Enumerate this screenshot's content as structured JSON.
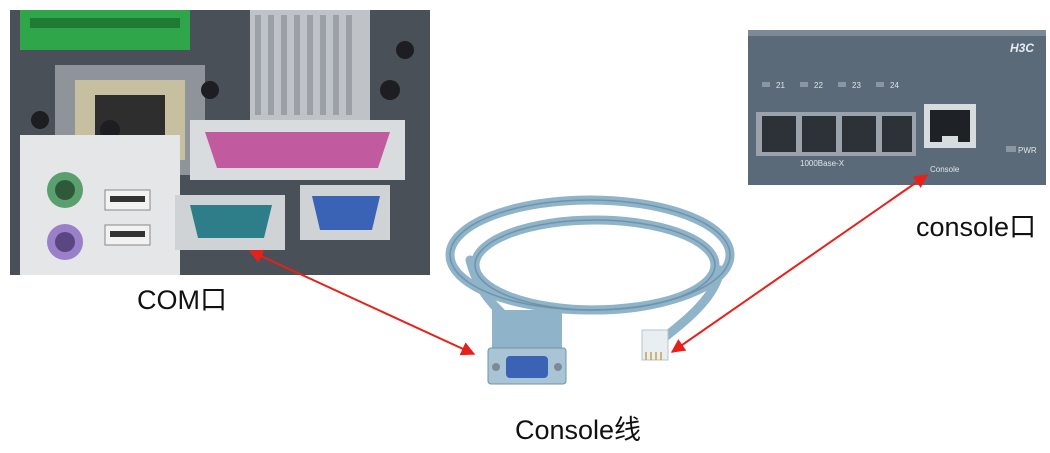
{
  "labels": {
    "com_port": "COM口",
    "console_port": "console口",
    "console_cable": "Console线"
  },
  "switch_panel": {
    "brand": "H3C",
    "port_numbers": [
      "21",
      "22",
      "23",
      "24"
    ],
    "sfp_label": "1000Base-X",
    "console_label": "Console",
    "pwr_label": "PWR"
  },
  "colors": {
    "arrow": "#e8201a",
    "cable": "#8fb3c9",
    "db9_blue": "#3b63b5",
    "parallel_port": "#c25aa0",
    "switch_body": "#5b6a78"
  }
}
